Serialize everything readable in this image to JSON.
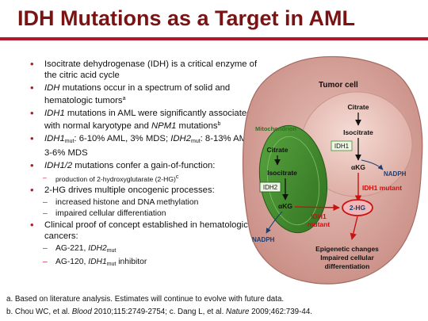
{
  "title": "IDH Mutations as a Target in AML",
  "bullets": {
    "b1": "Isocitrate dehydrogenase (IDH) is a critical enzyme of the citric acid cycle",
    "b2_italic": "IDH",
    "b2_rest": " mutations occur in a spectrum of solid and hematologic tumors",
    "b2_sup": "a",
    "b3_italic": "IDH1",
    "b3_mid": " mutations in AML were significantly associated with normal karyotype and ",
    "b3_italic2": "NPM1",
    "b3_end": " mutations",
    "b3_sup": "b",
    "b4_gene1": "IDH1",
    "b4_sub1": "mut",
    "b4_mid": ": 6-10% AML, 3% MDS; ",
    "b4_gene2": "IDH2",
    "b4_sub2": "mut",
    "b4_end": ": 8-13% AML, 3-6% MDS",
    "b5_italic": "IDH1/2",
    "b5_rest": " mutations confer a gain-of-function:",
    "b5_sub": "production of 2-hydroxyglutarate (2-HG)",
    "b5_sub_sup": "c",
    "b6": "2-HG drives multiple oncogenic processes:",
    "b6_sub1": "increased histone and DNA methylation",
    "b6_sub2": "impaired cellular differentiation",
    "b7": "Clinical proof of concept established in hematologic cancers:",
    "b7_sub1_pre": "AG-221, ",
    "b7_sub1_gene": "IDH2",
    "b7_sub1_sub": "mut",
    "b7_sub2_pre": "AG-120, ",
    "b7_sub2_gene": "IDH1",
    "b7_sub2_sub": "mut",
    "b7_sub2_end": " inhibitor"
  },
  "footnotes": {
    "a": "a. Based on literature analysis. Estimates will continue to evolve with future data.",
    "b_pre": "b. Chou WC, et al. ",
    "b_journal1": "Blood",
    "b_mid": " 2010;115:2749-2754; c. Dang L, et al. ",
    "b_journal2": "Nature",
    "b_end": " 2009;462:739-44."
  },
  "diagram": {
    "tumor_cell": "Tumor cell",
    "mitochondrion": "Mitochondrion",
    "citrate_cyto": "Citrate",
    "isocitrate_cyto": "Isocitrate",
    "idh1": "IDH1",
    "akg_cyto": "αKG",
    "nadph_cyto": "NADPH",
    "idh1_mutant": "IDH1 mutant",
    "citrate_mito": "Citrate",
    "isocitrate_mito": "Isocitrate",
    "idh2": "IDH2",
    "akg_mito": "αKG",
    "nadph_mito": "NADPH",
    "idh1_mutant_2_line1": "IDH1",
    "idh1_mutant_2_line2": "mutant",
    "two_hg": "2-HG",
    "outcome1": "Epigenetic changes",
    "outcome2": "Impaired cellular",
    "outcome3": "differentiation"
  },
  "colors": {
    "title": "#7a1414",
    "accent_bar": "#b4182a",
    "tumor_fill": "#d9a8a0",
    "nucleus_fill": "#edc9c2",
    "mito_green": "#3f8f2f",
    "mutant_red": "#cc1111",
    "nadph_blue": "#1f3d6e"
  }
}
